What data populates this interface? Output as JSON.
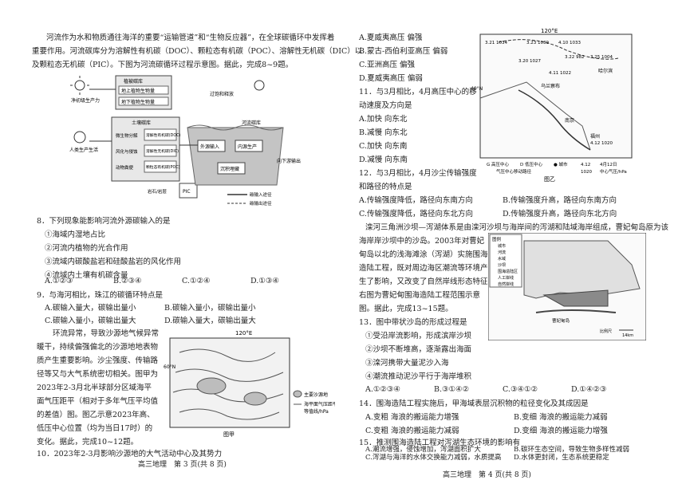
{
  "left": {
    "intro_lines": [
      "河流作为水和物质通往海洋的重要“运输管道”和“生物反应器”，在全球碳循环中发挥着",
      "重要作用。河流碳库分为溶解性有机碳（DOC）、颗粒态有机碳（POC）、溶解性无机碳（DIC）以",
      "及颗粒态无机碳（PIC）。下图为河流碳循环过程示意图。据此，完成8~9题。"
    ],
    "fig_carbon": {
      "net_production": "净初级生产力",
      "plant_box_title": "植被碳库",
      "above": "地上植物生物量",
      "below": "地下植物生物量",
      "soil_box_title": "土壤碳库",
      "micro": "微生物分解",
      "weather": "风化与侵蚀",
      "animal": "动物粪便",
      "doc": "溶解性有机碳(DOC)",
      "dic": "溶解性无机碳(DIC)",
      "poc": "颗粒态有机碳(POC)",
      "human": "人类生产生活",
      "pic": "PIC",
      "outgas": "过饱和释放",
      "river_title": "河流碳库",
      "outer_input": "外源输入",
      "inner_prod": "内源生产",
      "sediment": "沉积埋藏",
      "downstream": "向下游输出",
      "legend_in": "碳输入途径",
      "legend_out": "碳输出途径",
      "weathering_label": "岩石/岩层"
    },
    "q8": {
      "stem": "8．下列现象能影响河流外源碳输入的是",
      "items": [
        "①海域内湿地占比",
        "②河流内植物的光合作用",
        "③流域内碳酸盐岩和硅酸盐岩的风化作用",
        "④流域内土壤有机碳含量"
      ],
      "options": [
        "A.①②③",
        "B.②③④",
        "C.①②④",
        "D.①③④"
      ]
    },
    "q9": {
      "stem": "9．与海河相比，珠江的碳循环特点是",
      "options": [
        "A.碳输入量大，碳输出量小",
        "B.碳输入量小，碳输出量小",
        "C.碳输入量小，碳输出量大",
        "D.碳输入量大，碳输出量大"
      ]
    },
    "intro2_lines": [
      "环流异常，导致沙源地气候异常",
      "暖干，持续偏强偏北的沙源地地表物",
      "质产生重要影响。沙尘强度、传输路",
      "径等又与大气系统密切相关。图甲为",
      "2023年2-3月北半球部分区域海平",
      "面气压距平（相对于多年气压平均值",
      "的差值）图。图乙示意2023年高、",
      "低压中心位置（均为当日17时）的",
      "变化。据此，完成10~12题。"
    ],
    "fig_jia": {
      "lon": "120°E",
      "lat": "60°N",
      "caption": "图甲",
      "legend1": "主要沙源地",
      "legend2": "海平面气压距平",
      "legend3": "等值线/hPa"
    },
    "q10_stem": "10．2023年2-3月影响沙源地的大气活动中心及其势力",
    "footer": "高三地理　第 3 页(共 8 页)"
  },
  "right": {
    "q10_options": [
      "A.夏威夷高压  偏强",
      "B.蒙古-西伯利亚高压  偏弱",
      "C.亚洲高压  偏强",
      "D.夏威夷高压  偏弱"
    ],
    "q11": {
      "stem_lines": [
        "11．与3月相比，4月高压中心的移",
        "动速度及方向是"
      ],
      "options": [
        "A.加快  向东北",
        "B.减慢  向东北",
        "C.加快  向东南",
        "D.减慢  向东南"
      ]
    },
    "q12": {
      "stem_lines": [
        "12．与3月相比，4月沙尘传输强度",
        "和路径的特点是"
      ],
      "options": [
        "A.传输强度降低，路径向东南方向",
        "B.传输强度升高，路径向东南方向",
        "C.传输强度降低，路径向东北方向",
        "D.传输强度升高，路径向东北方向"
      ]
    },
    "fig_yi": {
      "lon": "120°E",
      "lat": "40°N",
      "caption": "图乙",
      "cities": [
        "乌兰察布",
        "哈尔滨",
        "南京",
        "福州"
      ],
      "stations": [
        "3.21 1034",
        "3.23 1039",
        "3.20 1027",
        "4.10 1033",
        "3.22 982",
        "3.25 1004",
        "4.11 1022",
        "4.12 1020"
      ],
      "legend_g": "G 高压中心",
      "legend_d": "D 低压中心",
      "legend_city": "● 城市",
      "legend_date": "4.12",
      "legend_value": "1020",
      "legend_date_label": "4月12日",
      "legend_value_label": "中心气压/hPa",
      "legend_path": "气压中心移动路径"
    },
    "intro3_lines": [
      "滦河三角洲沙坝—泻湖体系是由滦河沙坝与海岸间的泻湖和陆域海岸组成，曹妃甸岛原为该",
      "海岸岸沙坝中的沙岛。2003年对曹妃",
      "甸岛以北的浅海滩涂（泻湖）实施围海",
      "造陆工程，既对周边海区潮流等环境产",
      "生了影响，又改变了自然岸线形态特征。",
      "右图为曹妃甸围海造陆工程范围示意",
      "图。据此，完成13~15题。"
    ],
    "fig_cfd": {
      "legend_title": "图例",
      "legend_items": [
        "城市",
        "河流",
        "水域",
        "沙坝",
        "围海造陆区",
        "人工岸线",
        "自然岸线"
      ],
      "place": "曹妃甸岛",
      "scale": "比例尺",
      "scale_val": "14km"
    },
    "q13": {
      "stem": "13．图中带状沙岛的形成过程是",
      "items": [
        "①受沿岸流影响，形成滨岸沙坝",
        "②沙坝不断堆高，逐渐露出海面",
        "③滦河携带大量泥沙入海",
        "④潮流推动泥沙平行于海岸堆积"
      ],
      "options": [
        "A.①②③④",
        "B.③①④②",
        "C.③④①②",
        "D.①④②③"
      ]
    },
    "q14": {
      "stem": "14．围海造陆工程实施后，甲海域表层沉积物的粒径变化及其成因是",
      "options": [
        "A.变粗  海浪的搬运能力增强",
        "B.变细  海浪的搬运能力减弱",
        "C.变粗  海浪的搬运能力减弱",
        "D.变细  海浪的搬运能力增强"
      ]
    },
    "q15": {
      "stem": "15．推测围海造陆工程对泻湖生态环境的影响有",
      "options": [
        "A.潮流增强，侵蚀增加，泻湖面积扩大",
        "B.碳环生态空间，导致生物多样性减弱",
        "C.泻湖与海洋的水体交换能力减弱，水质提高",
        "D.水体更封闭，生态系统更稳定"
      ]
    },
    "footer": "高三地理　第 4 页(共 8 页)"
  },
  "colors": {
    "ink": "#222222",
    "figure_bg": "#f2f2f2",
    "water": "#bfbfbf"
  }
}
